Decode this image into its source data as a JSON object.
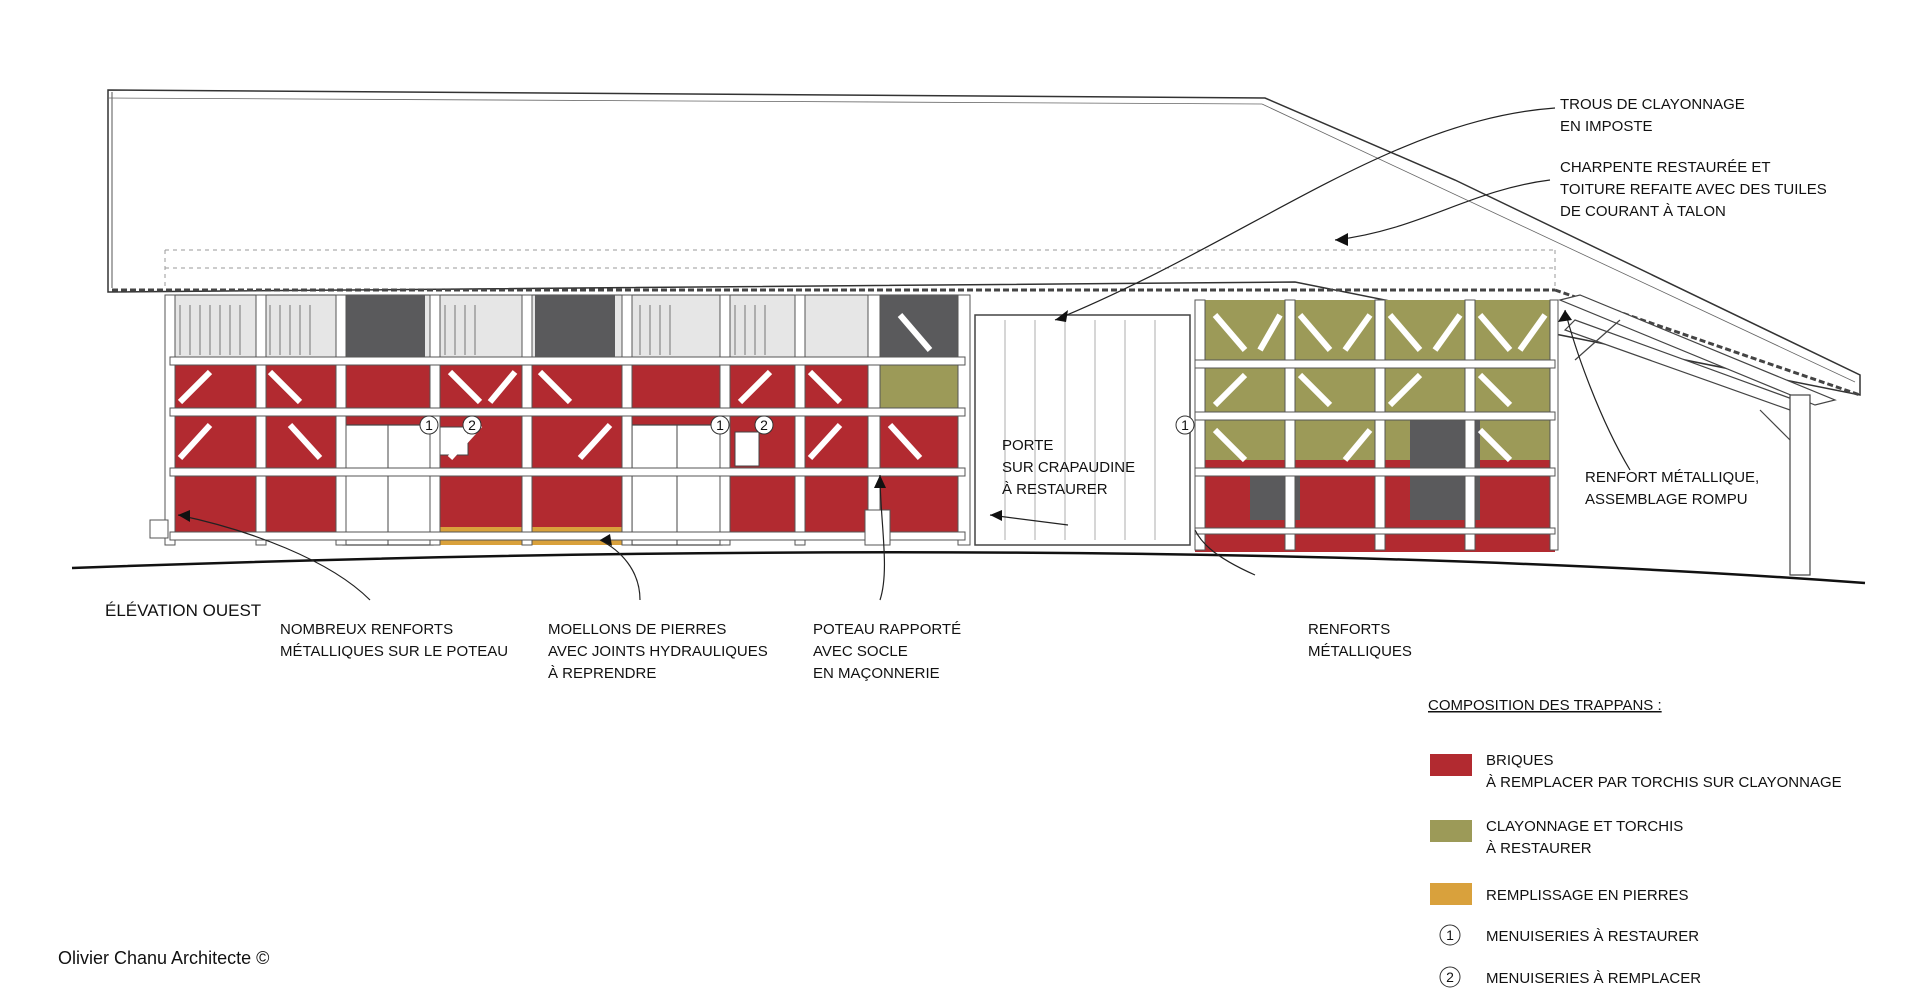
{
  "drawing": {
    "title": "ÉLÉVATION OUEST",
    "credit": "Olivier Chanu Architecte ©"
  },
  "annotations": {
    "trous_claie": [
      "TROUS DE CLAYONNAGE",
      "EN IMPOSTE"
    ],
    "charpente": [
      "CHARPENTE RESTAURÉE ET",
      "TOITURE REFAITE AVEC DES TUILES",
      "DE COURANT À TALON"
    ],
    "renfort_rompu": [
      "RENFORT MÉTALLIQUE,",
      "ASSEMBLAGE ROMPU"
    ],
    "porte": [
      "PORTE",
      "SUR CRAPAUDINE",
      "À RESTAURER"
    ],
    "renforts_poteau": [
      "NOMBREUX RENFORTS",
      "MÉTALLIQUES SUR LE POTEAU"
    ],
    "moellons": [
      "MOELLONS DE PIERRES",
      "AVEC JOINTS HYDRAULIQUES",
      "À REPRENDRE"
    ],
    "poteau_rapporte": [
      "POTEAU RAPPORTÉ",
      "AVEC SOCLE",
      "EN MAÇONNERIE"
    ],
    "renforts_metalliques": [
      "RENFORTS",
      "MÉTALLIQUES"
    ]
  },
  "markers": {
    "one": "1",
    "two": "2"
  },
  "legend": {
    "title": "COMPOSITION DES TRAPPANS :",
    "items": [
      {
        "id": "briques",
        "lines": [
          "BRIQUES",
          "À REMPLACER PAR TORCHIS SUR CLAYONNAGE"
        ],
        "color": "#b22a30"
      },
      {
        "id": "clayonnage",
        "lines": [
          "CLAYONNAGE ET TORCHIS",
          "À RESTAURER"
        ],
        "color": "#9c9a58"
      },
      {
        "id": "pierres",
        "lines": [
          "REMPLISSAGE EN PIERRES"
        ],
        "color": "#d9a13c"
      },
      {
        "id": "restaurer",
        "marker": "1",
        "lines": [
          "MENUISERIES À RESTAURER"
        ]
      },
      {
        "id": "remplacer",
        "marker": "2",
        "lines": [
          "MENUISERIES À REMPLACER"
        ]
      }
    ]
  },
  "colors": {
    "brick": "#b22a30",
    "cob": "#9c9a58",
    "stone": "#d9a13c",
    "grey": "#5a5a5c"
  }
}
